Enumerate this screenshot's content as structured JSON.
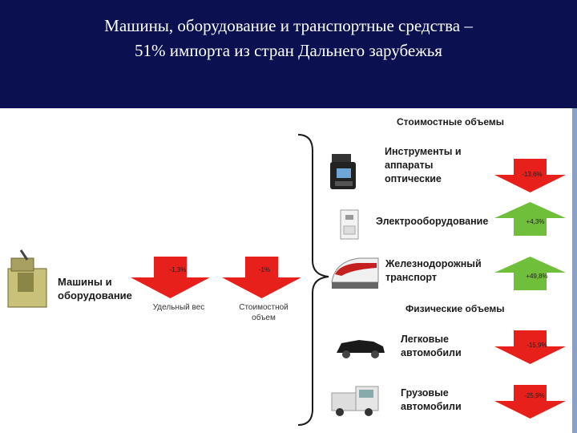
{
  "header": {
    "title_line1": "Машины, оборудование и транспортные средства –",
    "title_line2": "51% импорта из стран Дальнего зарубежья"
  },
  "main": {
    "label": [
      "Машины и",
      "оборудование"
    ],
    "arrow1": {
      "value": "-1,3%",
      "caption": "Удельный вес",
      "direction": "down",
      "color": "#e8201c"
    },
    "arrow2": {
      "value": "-1%",
      "caption": [
        "Стоимостной",
        "объем"
      ],
      "direction": "down",
      "color": "#e8201c"
    }
  },
  "sections": {
    "value": "Стоимостные объемы",
    "physical": "Физические объемы"
  },
  "items": [
    {
      "label": [
        "Инструменты и",
        "аппараты",
        "оптические"
      ],
      "value": "-13,6%",
      "direction": "down",
      "color": "#e8201c",
      "icon": "optical-device-icon"
    },
    {
      "label": [
        "Электрооборудование"
      ],
      "value": "+4,3%",
      "direction": "up",
      "color": "#6fbf3a",
      "icon": "circuit-breaker-icon"
    },
    {
      "label": [
        "Железнодорожный",
        "транспорт"
      ],
      "value": "+49,8%",
      "direction": "up",
      "color": "#6fbf3a",
      "icon": "train-icon"
    },
    {
      "label": [
        "Легковые",
        "автомобили"
      ],
      "value": "-15,9%",
      "direction": "down",
      "color": "#e8201c",
      "icon": "car-icon"
    },
    {
      "label": [
        "Грузовые",
        "автомобили"
      ],
      "value": "-25,9%",
      "direction": "down",
      "color": "#e8201c",
      "icon": "truck-icon"
    }
  ]
}
